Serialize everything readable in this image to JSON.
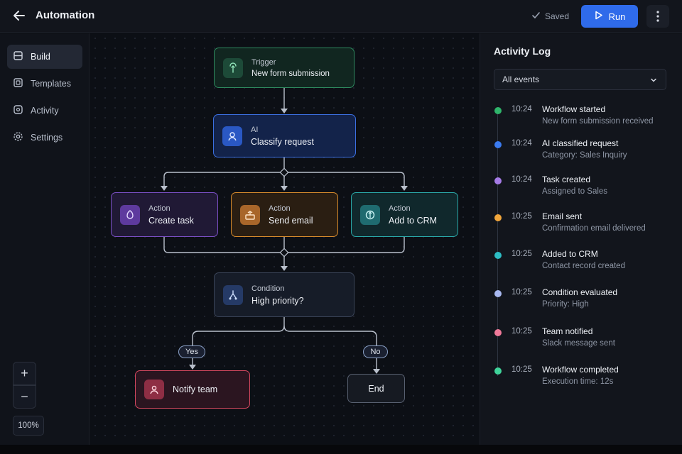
{
  "header": {
    "title": "Automation",
    "saved_label": "Saved",
    "run_label": "Run",
    "accent": "#2f6bea"
  },
  "sidebar": {
    "items": [
      {
        "label": "Build",
        "icon": "layers-icon",
        "active": true
      },
      {
        "label": "Templates",
        "icon": "template-icon",
        "active": false
      },
      {
        "label": "Activity",
        "icon": "activity-icon",
        "active": false
      },
      {
        "label": "Settings",
        "icon": "gear-icon",
        "active": false
      }
    ],
    "zoom_in": "+",
    "zoom_out": "−",
    "zoom_level": "100%"
  },
  "canvas": {
    "nodes": {
      "trigger": {
        "type": "Trigger",
        "label": "New form submission",
        "icon": "trigger-icon",
        "color": "#2e8a5f"
      },
      "ai": {
        "type": "AI",
        "label": "Classify request",
        "icon": "ai-icon",
        "color": "#3b6fe0"
      },
      "create_task": {
        "type": "Action",
        "label": "Create task",
        "icon": "task-icon",
        "color": "#7a4fc4"
      },
      "send_email": {
        "type": "Action",
        "label": "Send email",
        "icon": "email-icon",
        "color": "#d58a2c"
      },
      "add_crm": {
        "type": "Action",
        "label": "Add to CRM",
        "icon": "crm-icon",
        "color": "#2aa8a8"
      },
      "condition": {
        "type": "Condition",
        "label": "High priority?",
        "icon": "branch-icon",
        "color": "#4a6fb8"
      },
      "notify": {
        "label": "Notify team",
        "icon": "team-icon",
        "color": "#d4485f"
      },
      "end": {
        "label": "End"
      }
    },
    "branches": {
      "yes": "Yes",
      "no": "No"
    }
  },
  "activity": {
    "title": "Activity Log",
    "filter_value": "All events",
    "events": [
      {
        "time": "10:24",
        "title": "Workflow started",
        "desc": "New form submission received",
        "color": "#2fb56b"
      },
      {
        "time": "10:24",
        "title": "AI classified request",
        "desc": "Category: Sales Inquiry",
        "color": "#3b7bf0"
      },
      {
        "time": "10:24",
        "title": "Task created",
        "desc": "Assigned to Sales",
        "color": "#a57be6"
      },
      {
        "time": "10:25",
        "title": "Email sent",
        "desc": "Confirmation email delivered",
        "color": "#f0a53b"
      },
      {
        "time": "10:25",
        "title": "Added to CRM",
        "desc": "Contact record created",
        "color": "#2dbdc4"
      },
      {
        "time": "10:25",
        "title": "Condition evaluated",
        "desc": "Priority: High",
        "color": "#a8b8f0"
      },
      {
        "time": "10:25",
        "title": "Team notified",
        "desc": "Slack message sent",
        "color": "#f07a9a"
      },
      {
        "time": "10:25",
        "title": "Workflow completed",
        "desc": "Execution time: 12s",
        "color": "#3fd39a"
      }
    ]
  }
}
